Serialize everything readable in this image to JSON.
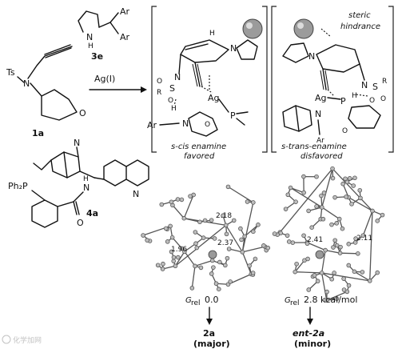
{
  "reactant": {
    "label": "1a",
    "ts_group": "Ts",
    "carbonyl": "O",
    "nitrogen": "N"
  },
  "catalyst_amine": {
    "label": "3e",
    "nh": "N\nH",
    "ar1": "Ar",
    "ar2": "Ar"
  },
  "ligand": {
    "label": "4a",
    "phosphine": "Ph₂P",
    "nh": "N",
    "h": "H",
    "o": "O",
    "n_ring": "N",
    "n_quin": "N"
  },
  "reagent": {
    "label": "Ag(I)"
  },
  "ts_left": {
    "caption_line1": "s-cis enamine",
    "caption_line2": "favored",
    "atoms": {
      "ag": "Ag",
      "p": "P",
      "n1": "N",
      "n2": "N",
      "n3": "N",
      "s": "S",
      "h1": "H",
      "h2": "H",
      "o1": "O",
      "o2": "O",
      "o3": "O",
      "r": "R",
      "ar": "Ar"
    }
  },
  "ts_right": {
    "caption_line1": "s-trans-enamine",
    "caption_line2": "disfavored",
    "note_line1": "steric",
    "note_line2": "hindrance",
    "atoms": {
      "ag": "Ag",
      "p": "P",
      "n1": "N",
      "n2": "N",
      "n3": "N",
      "s": "S",
      "h1": "H",
      "o1": "O",
      "o2": "O",
      "o3": "O",
      "r": "R",
      "ar": "Ar"
    }
  },
  "model_left": {
    "dist1": "2.18",
    "dist2": "1.96",
    "dist3": "2.37",
    "grel_label": "G",
    "grel_sub": "rel",
    "grel_value": "0.0"
  },
  "model_right": {
    "dist1": "2.41",
    "dist2": "2.11",
    "grel_label": "G",
    "grel_sub": "rel",
    "grel_value": "2.8 kcal/mol"
  },
  "product_major": {
    "label": "2a",
    "note": "(major)"
  },
  "product_minor": {
    "label": "ent-2a",
    "note": "(minor)"
  },
  "watermark": {
    "text": "化学加网"
  }
}
